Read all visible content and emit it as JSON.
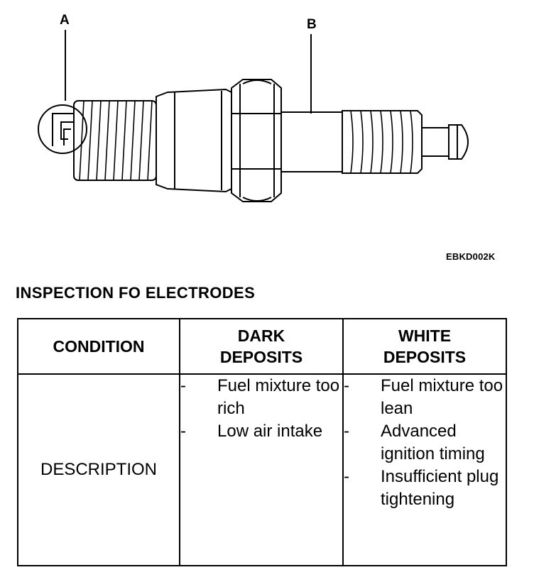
{
  "figure": {
    "callout_a": "A",
    "callout_b": "B",
    "figure_code": "EBKD002K"
  },
  "section": {
    "title": "INSPECTION FO ELECTRODES"
  },
  "table": {
    "headers": {
      "condition": "CONDITION",
      "dark_line1": "DARK",
      "dark_line2": "DEPOSITS",
      "white_line1": "WHITE",
      "white_line2": "DEPOSITS"
    },
    "row_label": "DESCRIPTION",
    "bullet": "-",
    "dark_items": [
      "Fuel mixture too rich",
      "Low air intake"
    ],
    "white_items": [
      "Fuel mixture too lean",
      "Advanced ignition timing",
      "Insufficient plug tightening"
    ]
  }
}
